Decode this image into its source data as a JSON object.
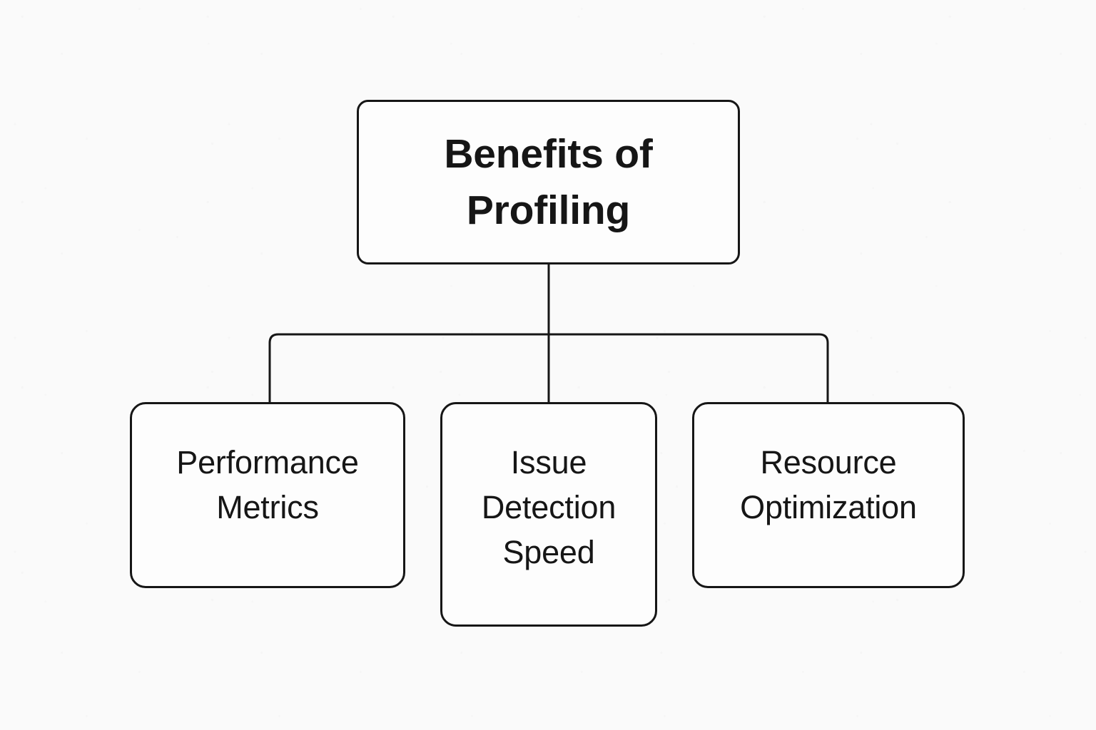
{
  "diagram": {
    "type": "tree",
    "title": "Benefits of Profiling",
    "background_color": "#fafafa",
    "node_fill_color": "#fdfdfd",
    "stroke_color": "#161616",
    "text_color": "#161616",
    "root": {
      "id": "root",
      "label": "Benefits of\nProfiling",
      "line1": "Benefits of",
      "line2": "Profiling"
    },
    "children": [
      {
        "id": "performance-metrics",
        "label": "Performance\nMetrics",
        "line1": "Performance",
        "line2": "Metrics"
      },
      {
        "id": "issue-detection-speed",
        "label": "Issue\nDetection\nSpeed",
        "line1": "Issue",
        "line2": "Detection",
        "line3": "Speed"
      },
      {
        "id": "resource-optimization",
        "label": "Resource\nOptimization",
        "line1": "Resource",
        "line2": "Optimization"
      }
    ],
    "edges": [
      {
        "id": "root-to-bus",
        "from": "root",
        "to": "bus"
      },
      {
        "id": "bus-to-performance-metrics",
        "from": "bus",
        "to": "performance-metrics"
      },
      {
        "id": "bus-to-issue-detection-speed",
        "from": "bus",
        "to": "issue-detection-speed"
      },
      {
        "id": "bus-to-resource-optimization",
        "from": "bus",
        "to": "resource-optimization"
      }
    ]
  }
}
